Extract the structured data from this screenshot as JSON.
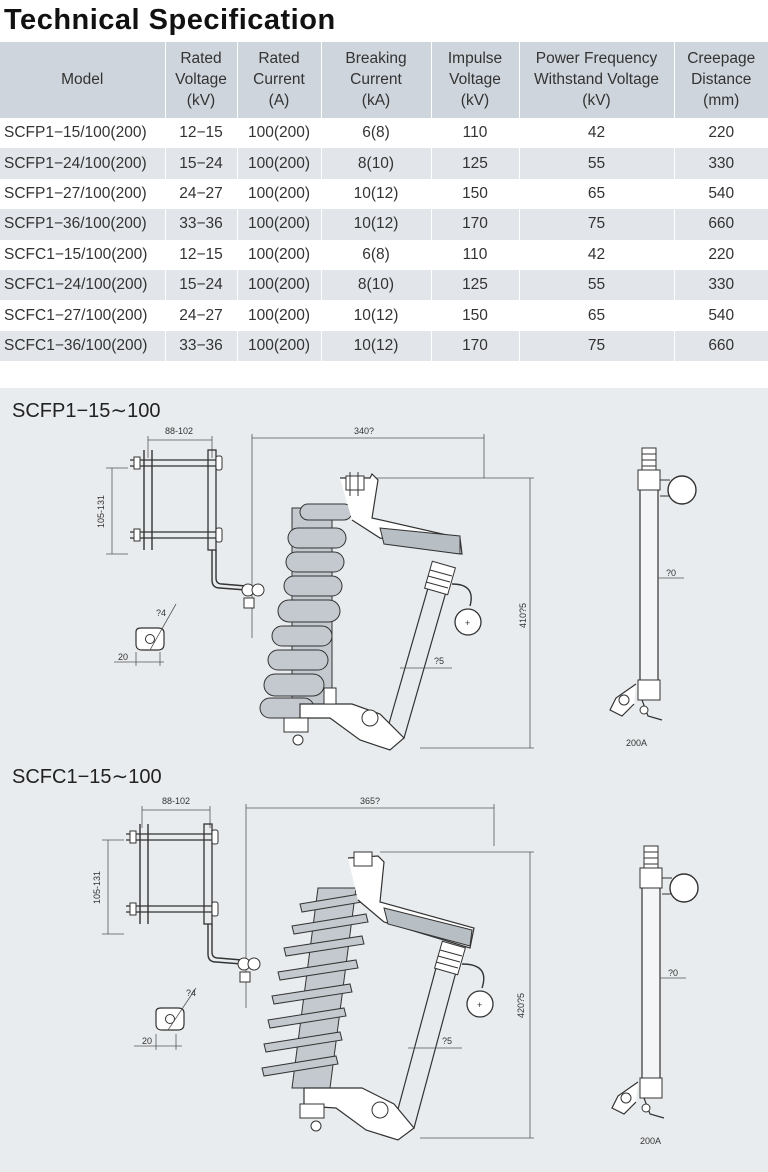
{
  "title": "Technical Specification",
  "table": {
    "headers": [
      [
        "Model"
      ],
      [
        "Rated",
        "Voltage",
        "(kV)"
      ],
      [
        "Rated",
        "Current",
        "(A)"
      ],
      [
        "Breaking",
        "Current",
        "(kA)"
      ],
      [
        "Impulse",
        "Voltage",
        "(kV)"
      ],
      [
        "Power Frequency",
        "Withstand Voltage",
        "(kV)"
      ],
      [
        "Creepage",
        "Distance",
        "(mm)"
      ]
    ],
    "rows": [
      [
        "SCFP1−15/100(200)",
        "12−15",
        "100(200)",
        "6(8)",
        "110",
        "42",
        "220"
      ],
      [
        "SCFP1−24/100(200)",
        "15−24",
        "100(200)",
        "8(10)",
        "125",
        "55",
        "330"
      ],
      [
        "SCFP1−27/100(200)",
        "24−27",
        "100(200)",
        "10(12)",
        "150",
        "65",
        "540"
      ],
      [
        "SCFP1−36/100(200)",
        "33−36",
        "100(200)",
        "10(12)",
        "170",
        "75",
        "660"
      ],
      [
        "SCFC1−15/100(200)",
        "12−15",
        "100(200)",
        "6(8)",
        "110",
        "42",
        "220"
      ],
      [
        "SCFC1−24/100(200)",
        "15−24",
        "100(200)",
        "8(10)",
        "125",
        "55",
        "330"
      ],
      [
        "SCFC1−27/100(200)",
        "24−27",
        "100(200)",
        "10(12)",
        "150",
        "65",
        "540"
      ],
      [
        "SCFC1−36/100(200)",
        "33−36",
        "100(200)",
        "10(12)",
        "170",
        "75",
        "660"
      ]
    ]
  },
  "drawing1": {
    "title": "SCFP1−15∼100",
    "dim_bracket_width": "88-102",
    "dim_bolt_spacing": "105-131",
    "dim_length": "340?",
    "dim_height": "410?5",
    "dim_tube": "?5",
    "dim_hole": "?4",
    "dim_clip": "20",
    "dim_side_tube": "?0",
    "side_label": "200A"
  },
  "drawing2": {
    "title": "SCFC1−15∼100",
    "dim_bracket_width": "88-102",
    "dim_bolt_spacing": "105-131",
    "dim_length": "365?",
    "dim_height": "420?5",
    "dim_tube": "?5",
    "dim_hole": "?4",
    "dim_clip": "20",
    "dim_side_tube": "?0",
    "side_label": "200A"
  },
  "colors": {
    "header_bg": "#cfd5dc",
    "stripe_bg": "#e2e5e9",
    "drawing_bg": "#e9ecee",
    "porcelain": "#bfc6cc"
  }
}
